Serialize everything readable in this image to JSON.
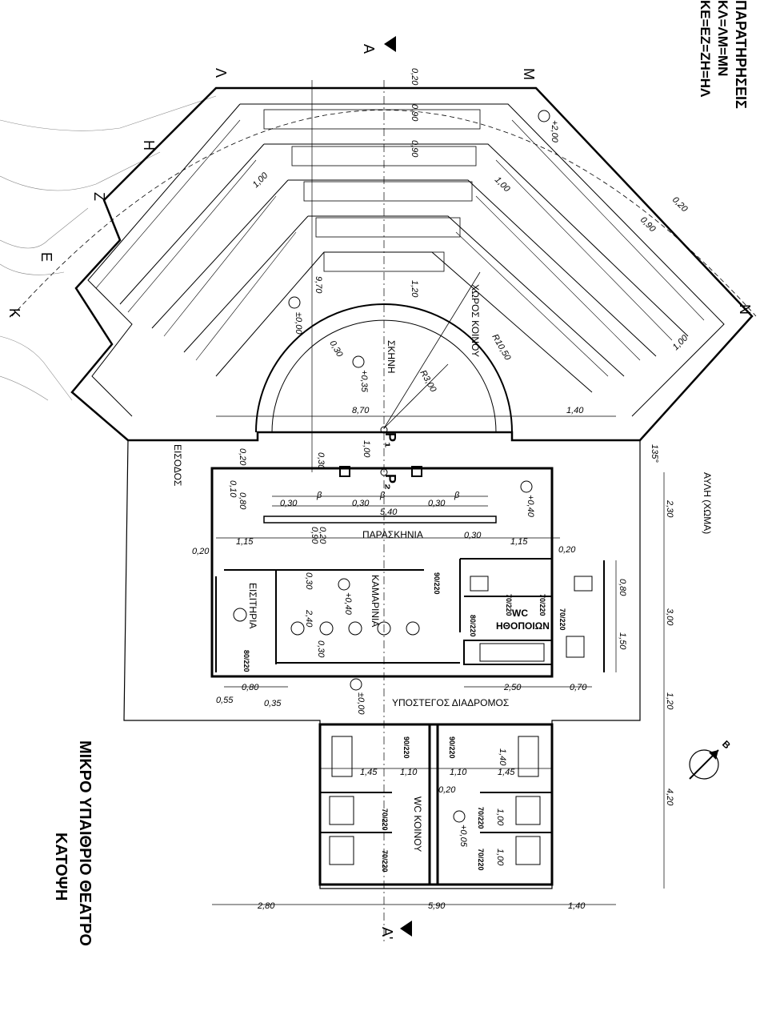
{
  "notes": {
    "title": "ΠΑΡΑΤΗΡΗΣΕΙΣ",
    "line1": "ΚΛ=ΛΜ=ΜΝ",
    "line2": "ΚΕ=ΕΖ=ΖΗ=ΗΛ"
  },
  "drawing_title": {
    "line1": "ΜΙΚΡΟ ΥΠΑΙΘΡΙΟ ΘΕΑΤΡΟ",
    "line2": "ΚΑΤΟΨΗ"
  },
  "points": {
    "K": "Κ",
    "E": "Ε",
    "Z": "Ζ",
    "H": "Η",
    "L": "Λ",
    "M": "Μ",
    "N": "Ν",
    "P1": "P₁",
    "P2": "P₂"
  },
  "section_marks": {
    "top": "Α",
    "bottom": "Α'"
  },
  "rooms": {
    "seating": "ΧΩΡΟΣ ΚΟΙΝΟΥ",
    "stage": "ΣΚΗΝΗ",
    "backstage": "ΠΑΡΑΣΚΗΝΙΑ",
    "dressing": "ΚΑΜΑΡΙΝΙΑ",
    "tickets": "ΕΙΣΙΤΗΡΙΑ",
    "entrance": "ΕΙΣΟΔΟΣ",
    "wc_actors_1": "WC",
    "wc_actors_2": "ΗΘΟΠΟΙΩΝ",
    "corridor": "ΥΠΟΣΤΕΓΟΣ ΔΙΑΔΡΟΜΟΣ",
    "wc_public": "WC ΚΟΙΝΟΥ",
    "yard": "ΑΥΛΗ (ΧΩΜΑ)"
  },
  "levels": {
    "top_row": "+2,00",
    "seating_base": "±0,00",
    "stage": "+0,35",
    "backstage": "+0,40",
    "dressing": "+0,40",
    "corridor": "±0,00",
    "wc_public": "+0,05"
  },
  "radii": {
    "stage": "R3,00",
    "seating": "R10,50"
  },
  "angle": "135°",
  "dimensions": {
    "d020_top": "0,20",
    "d090a": "0,90",
    "d090b": "0,90",
    "d100_left": "1,00",
    "d100_right": "1,00",
    "d970": "9,70",
    "d120": "1,20",
    "d030_stage": "0,30",
    "d870": "8,70",
    "d140_top": "1,40",
    "d100_p": "1,00",
    "d020_n": "0,20",
    "d090_n": "0,90",
    "d100_n": "1,00",
    "d020_a": "0,20",
    "d010": "0,10",
    "d080_a": "0,80",
    "d030_a": "0,30",
    "d030_b": "0,30",
    "d540": "5,40",
    "d030_c": "0,30",
    "beta1": "β",
    "beta2": "β",
    "beta3": "β",
    "d115_a": "1,15",
    "d020_b": "0,20",
    "d020_c": "0,20",
    "d090_c": "0,90",
    "d030_d": "0,30",
    "d115_b": "1,15",
    "d020_d": "0,20",
    "d030_e": "0,30",
    "d240": "2,40",
    "d030_f": "0,30",
    "d080_b": "0,80",
    "d150": "1,50",
    "d055": "0,55",
    "d080_c": "0,80",
    "d035": "0,35",
    "d250": "2,50",
    "d070": "0,70",
    "d230": "2,30",
    "d300": "3,00",
    "d120_r": "1,20",
    "d420": "4,20",
    "d145_a": "1,45",
    "d110_a": "1,10",
    "d110_b": "1,10",
    "d145_b": "1,45",
    "d140_wc": "1,40",
    "d020_wc": "0,20",
    "d100_wc_a": "1,00",
    "d100_wc_b": "1,00",
    "d280": "2,80",
    "d590": "5,90",
    "d140_bottom": "1,40",
    "d030_top": "0,30"
  },
  "doors": {
    "d90_220_a": "90/220",
    "d70_220_a": "70/220",
    "d70_220_b": "70/220",
    "d70_220_c": "70/220",
    "d80_220_a": "80/220",
    "d80_220_b": "80/220",
    "d90_220_b": "90/220",
    "d90_220_c": "90/220",
    "d70_220_d": "70/220",
    "d70_220_e": "70/220",
    "d70_220_f": "70/220",
    "d70_220_g": "70/220"
  },
  "compass": {
    "label": "B"
  }
}
